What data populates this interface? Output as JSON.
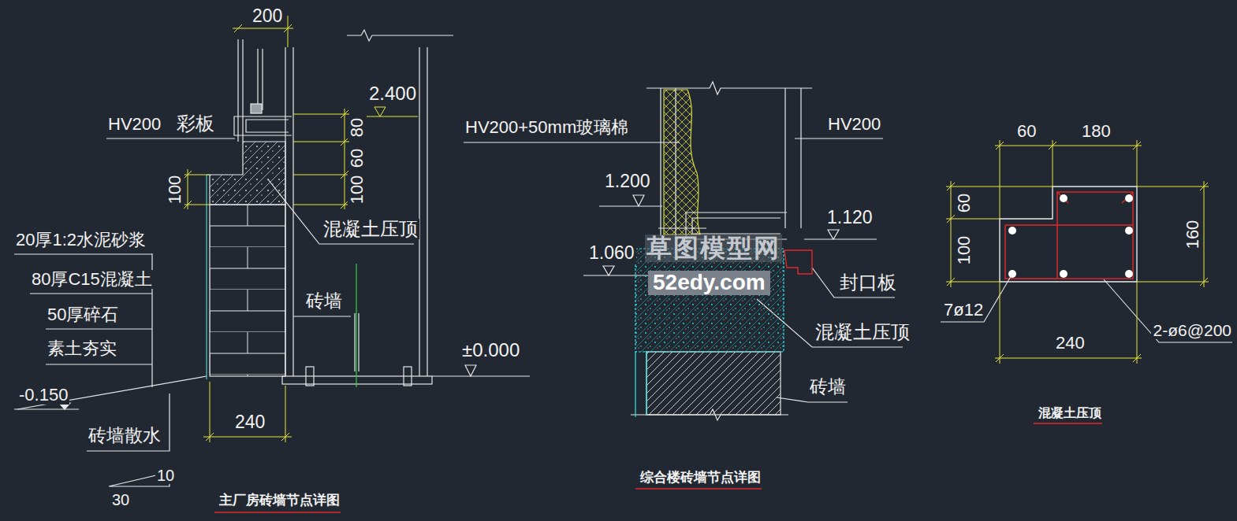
{
  "diagram": {
    "labels": [
      "200",
      "2.400",
      "HV200",
      "彩板",
      "80",
      "60",
      "100",
      "100",
      "混凝土压顶",
      "20厚1:2水泥砂浆",
      "80厚C15混凝土",
      "50厚碎石",
      "素土夯实",
      "砖墙",
      "±0.000",
      "-0.150",
      "砖墙散水",
      "240",
      "10",
      "30",
      "主厂房砖墙节点详图",
      "HV200+50mm玻璃棉",
      "HV200",
      "1.200",
      "1.120",
      "1.060",
      "封口板",
      "混凝土压顶",
      "砖墙",
      "综合楼砖墙节点详图",
      "草图模型网",
      "52edy.com",
      "60",
      "180",
      "60",
      "100",
      "160",
      "7ø12",
      "2-ø6@200",
      "240",
      "混凝土压顶"
    ]
  }
}
